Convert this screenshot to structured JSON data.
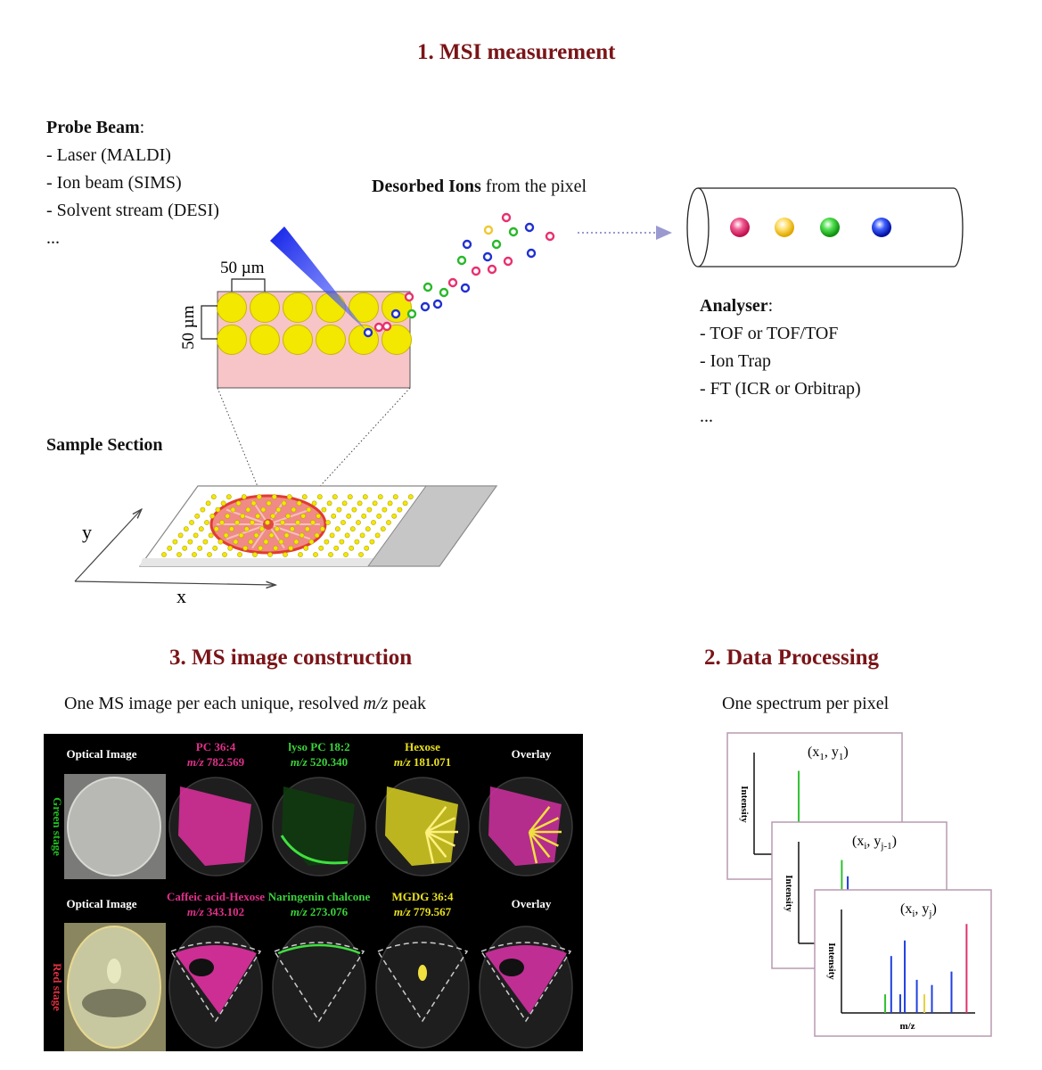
{
  "titles": {
    "measurement": "1. MSI measurement",
    "construction": "3. MS image construction",
    "processing": "2. Data Processing"
  },
  "probe": {
    "heading": "Probe Beam",
    "colon": ":",
    "items": [
      "- Laser (MALDI)",
      "- Ion beam (SIMS)",
      "- Solvent stream (DESI)",
      "..."
    ]
  },
  "desorbed": {
    "bold": "Desorbed Ions",
    "rest": " from the pixel"
  },
  "analyser": {
    "heading": "Analyser",
    "colon": ":",
    "items": [
      "- TOF or TOF/TOF",
      "- Ion Trap",
      "- FT (ICR or Orbitrap)",
      "..."
    ]
  },
  "grid_labels": {
    "width": "50 µm",
    "height": "50 µm"
  },
  "sample": {
    "heading": "Sample Section",
    "axis_x": "x",
    "axis_y": "y"
  },
  "construction_caption": {
    "prefix": "One MS image per each unique, resolved ",
    "mz": "m/z",
    "suffix": " peak"
  },
  "processing_caption": "One spectrum per pixel",
  "ms_panel": {
    "row1": {
      "stage": "Green stage",
      "optical": "Optical Image",
      "overlay": "Overlay",
      "channels": [
        {
          "name": "PC 36:4",
          "mz": "782.569",
          "color": "#e0308a"
        },
        {
          "name": "lyso PC 18:2",
          "mz": "520.340",
          "color": "#3ad23a"
        },
        {
          "name": "Hexose",
          "mz": "181.071",
          "color": "#e8e020"
        }
      ]
    },
    "row2": {
      "stage": "Red stage",
      "optical": "Optical Image",
      "overlay": "Overlay",
      "channels": [
        {
          "name": "Caffeic acid-Hexose",
          "mz": "343.102",
          "color": "#e0308a"
        },
        {
          "name": "Naringenin chalcone",
          "mz": "273.076",
          "color": "#3ad23a"
        },
        {
          "name": "MGDG 36:4",
          "mz": "779.567",
          "color": "#e8e020"
        }
      ]
    },
    "mz_prefix": "m/z"
  },
  "spectra": {
    "ylabel": "Intensity",
    "xlabel": "m/z",
    "cards": [
      {
        "x": "x",
        "xsub": "1",
        "y": "y",
        "ysub": "1"
      },
      {
        "x": "x",
        "xsub": "i",
        "y": "y",
        "ysub": "j-1"
      },
      {
        "x": "x",
        "xsub": "i",
        "y": "y",
        "ysub": "j"
      }
    ]
  },
  "colors": {
    "title": "#7a1418",
    "ion_pink": "#e8306e",
    "ion_yellow": "#f0c830",
    "ion_green": "#28b828",
    "ion_blue": "#2030d0",
    "pixel_yellow": "#f2e800",
    "pixel_bg": "#f7c5c8"
  }
}
